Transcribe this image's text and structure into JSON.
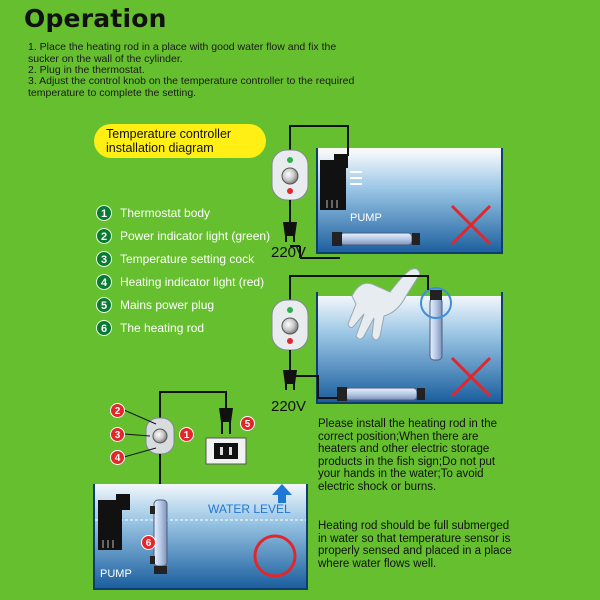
{
  "title": "Operation",
  "instructions": [
    "1. Place the heating rod in a place with good water flow and fix the sucker on the wall of the cylinder.",
    "2. Plug in the thermostat.",
    "3. Adjust the control knob on the temperature controller to the required temperature to complete the setting."
  ],
  "diagram_title": "Temperature controller installation diagram",
  "legend": [
    {
      "num": "1",
      "label": "Thermostat body"
    },
    {
      "num": "2",
      "label": "Power indicator light (green)"
    },
    {
      "num": "3",
      "label": "Temperature setting cock"
    },
    {
      "num": "4",
      "label": "Heating indicator light (red)"
    },
    {
      "num": "5",
      "label": "Mains power plug"
    },
    {
      "num": "6",
      "label": "The heating rod"
    }
  ],
  "voltage_top": "220V",
  "voltage_mid": "220V",
  "pump_label_top": "PUMP",
  "pump_label_bottom": "PUMP",
  "water_level_label": "WATER LEVEL",
  "warning_text": "Please install the heating rod in the correct position;When there are heaters and other electric storage products in the fish sign;Do not put your hands in the water;To avoid electric shock or burns.",
  "submerge_text": "Heating rod should be full submerged in water so that temperature sensor is properly sensed and placed in a place where water flows well.",
  "callouts": {
    "c2": "2",
    "c3": "3",
    "c4": "4",
    "c1": "1",
    "c5": "5",
    "c6": "6"
  },
  "colors": {
    "background": "#66bf2e",
    "pill": "#ffef14",
    "legend_circle": "#0a7a32",
    "callout_red": "#e4262a",
    "cross": "#e0282c",
    "ok_circle": "#e0282c",
    "water_label": "#1f77d6"
  }
}
